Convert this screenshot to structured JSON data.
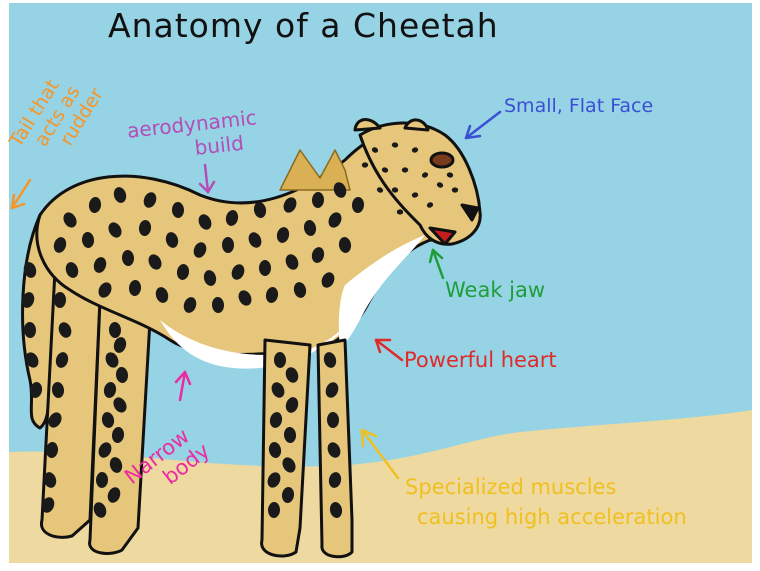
{
  "title": "Anatomy of a Cheetah",
  "labels": {
    "tail": [
      "Tail that",
      "acts as",
      "rudder"
    ],
    "aerodynamic": [
      "aerodynamic",
      "build"
    ],
    "face": "Small, Flat Face",
    "jaw": "Weak jaw",
    "heart": "Powerful heart",
    "body": [
      "Narrow",
      "body"
    ],
    "muscles": [
      "Specialized muscles",
      "causing high acceleration"
    ]
  },
  "colors": {
    "sky": "#96d3e4",
    "sand": "#eed9a0",
    "fur": "#e6c67a",
    "spots": "#1a1a1a",
    "belly": "#ffffff",
    "tail_label": "#f5962a",
    "aerodynamic_label": "#b34db8",
    "face_label": "#3b4fd6",
    "jaw_label": "#1e9e3a",
    "heart_label": "#e02a2a",
    "body_label": "#ec2aa2",
    "muscles_label": "#f0c020"
  }
}
